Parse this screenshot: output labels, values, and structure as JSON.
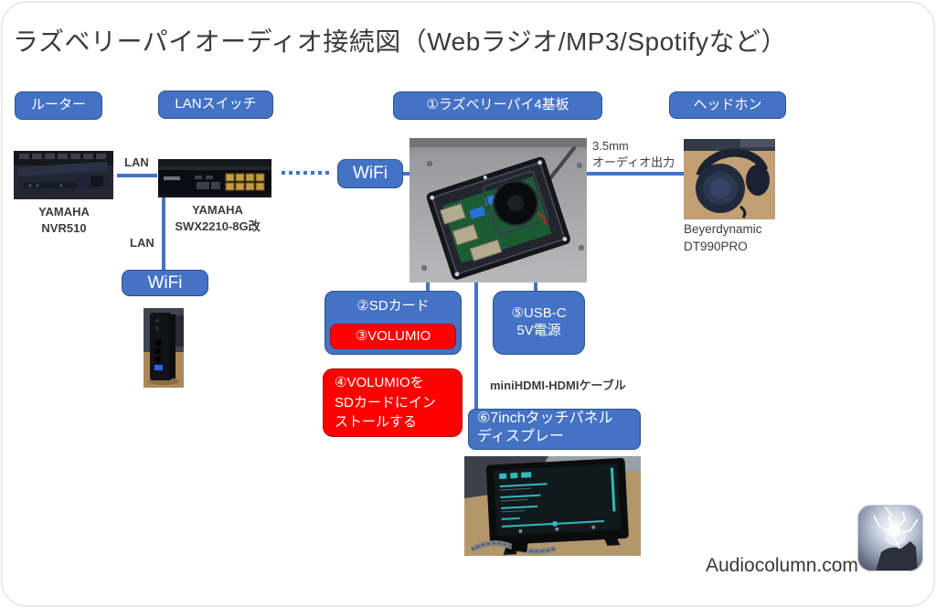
{
  "title": "ラズベリーパイオーディオ接続図（Webラジオ/MP3/Spotifyなど）",
  "nodes": {
    "router": {
      "label": "ルーター"
    },
    "lan_switch": {
      "label": "LANスイッチ"
    },
    "raspberry_pi": {
      "label": "①ラズベリーパイ4基板"
    },
    "headphone": {
      "label": "ヘッドホン"
    },
    "wifi_center": {
      "label": "WiFi"
    },
    "wifi_left": {
      "label": "WiFi"
    },
    "sd_card": {
      "label": "②SDカード"
    },
    "volumio": {
      "label": "③VOLUMIO"
    },
    "volumio_install": {
      "line1": "④VOLUMIOを",
      "line2": "SDカードにイン",
      "line3": "ストールする"
    },
    "usb_power": {
      "line1": "⑤USB-C",
      "line2": "5V電源"
    },
    "touch_display": {
      "line1": "⑥7inchタッチパネル",
      "line2": "ディスプレー"
    }
  },
  "captions": {
    "lan_top": "LAN",
    "lan_bottom": "LAN",
    "router_model": {
      "line1": "YAMAHA",
      "line2": "NVR510"
    },
    "switch_model": {
      "line1": "YAMAHA",
      "line2": "SWX2210-8G改"
    },
    "audio_out": {
      "line1": "3.5mm",
      "line2": "オーディオ出力"
    },
    "headphone_model": {
      "line1": "Beyerdynamic",
      "line2": "DT990PRO"
    },
    "hdmi_cable": "miniHDMI-HDMIケーブル",
    "footer": "Audiocolumn.com"
  },
  "colors": {
    "node_fill": "#4472C4",
    "node_border": "#2F528F",
    "connector": "#4472C4",
    "alert_fill": "#FF0000",
    "alert_border": "#C00000",
    "text": "#3B3B3B"
  }
}
